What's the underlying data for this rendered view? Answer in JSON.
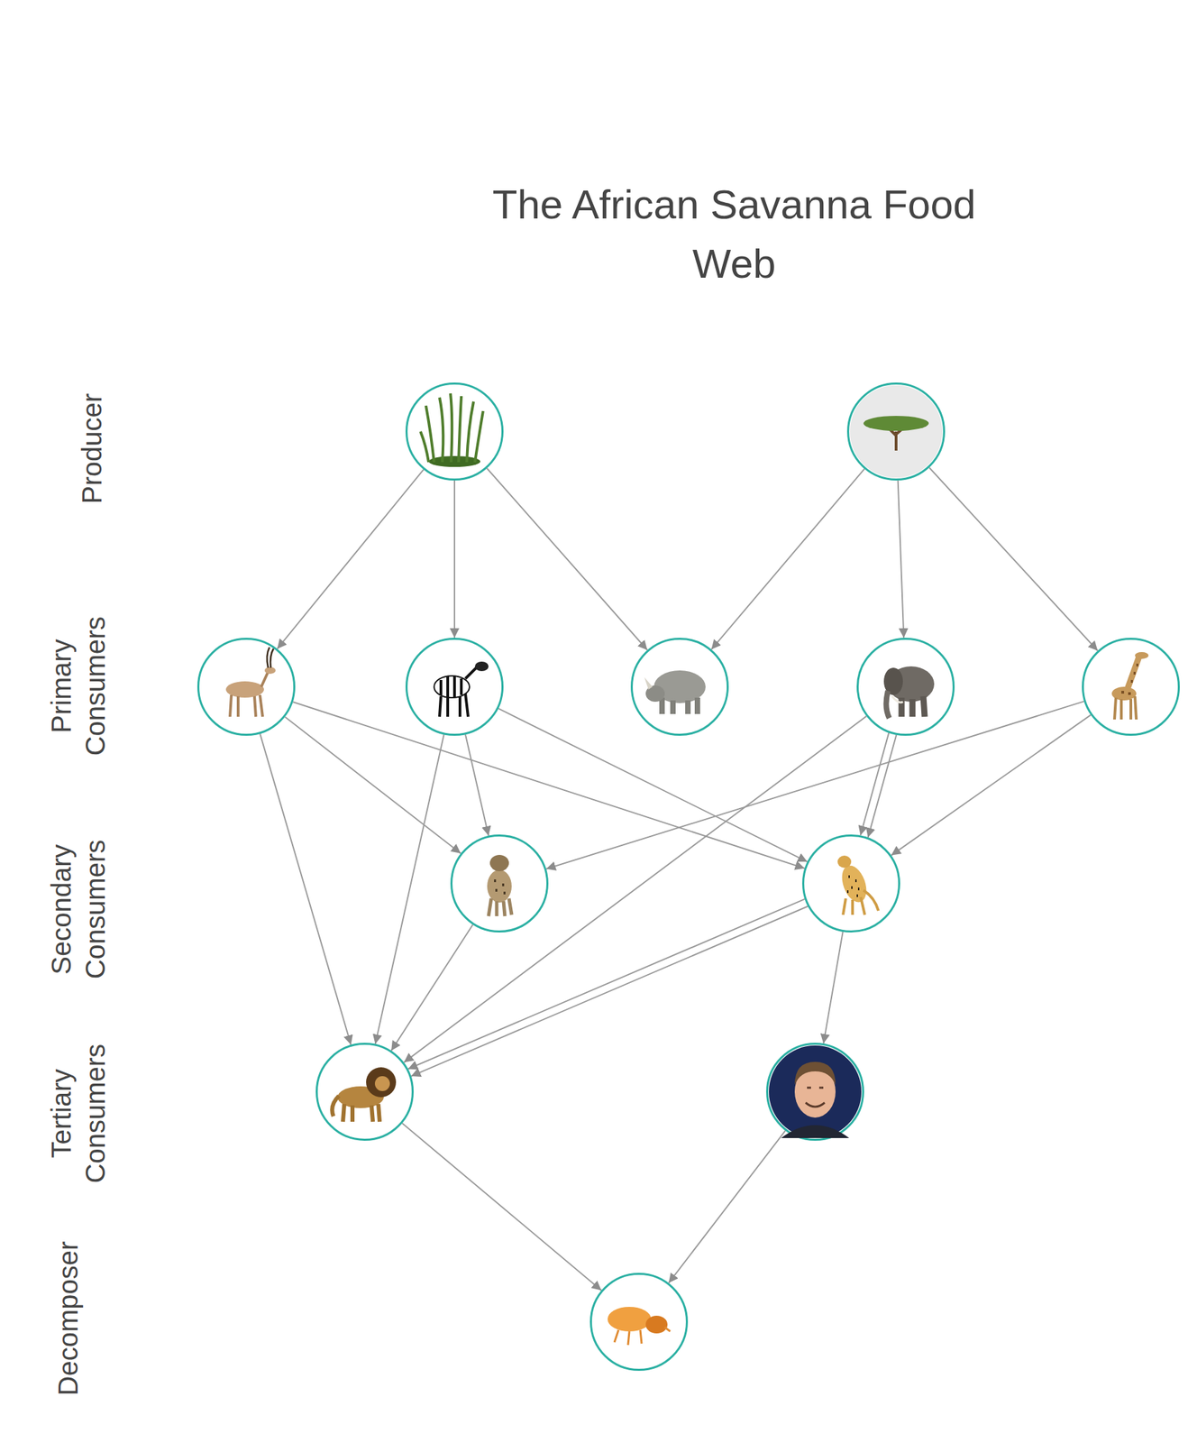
{
  "diagram": {
    "title": "The African Savanna Food Web",
    "nodes": [
      {
        "text": []
      },
      {
        "text": []
      },
      {
        "text": []
      },
      {
        "text": []
      },
      {
        "text": []
      },
      {
        "text": []
      },
      {
        "text": []
      },
      {
        "text": []
      },
      {
        "text": []
      },
      {
        "text": []
      },
      {
        "text": []
      },
      {
        "text": []
      }
    ],
    "edges": [
      {
        "from": 0,
        "to": 2,
        "arrow": "to"
      },
      {
        "from": 0,
        "to": 3,
        "arrow": "to"
      },
      {
        "from": 0,
        "to": 4,
        "arrow": "to"
      },
      {
        "from": 1,
        "to": 4,
        "arrow": "to"
      },
      {
        "from": 1,
        "to": 5,
        "arrow": "to"
      },
      {
        "from": 1,
        "to": 6,
        "arrow": "to"
      },
      {
        "from": 2,
        "to": 7,
        "arrow": "to"
      },
      {
        "from": 2,
        "to": 8,
        "arrow": "to"
      },
      {
        "from": 2,
        "to": 9,
        "arrow": "to"
      },
      {
        "from": 3,
        "to": 9,
        "arrow": "to"
      },
      {
        "from": 3,
        "to": 7,
        "arrow": "to"
      },
      {
        "from": 3,
        "to": 8,
        "arrow": "to"
      },
      {
        "from": 5,
        "to": 9,
        "arrow": "to"
      },
      {
        "from": 5,
        "to": 8,
        "arrow": "to"
      },
      {
        "from": 5,
        "to": 8,
        "arrow": "to"
      },
      {
        "from": 6,
        "to": 7,
        "arrow": "to"
      },
      {
        "from": 6,
        "to": 8,
        "arrow": "to"
      },
      {
        "from": 7,
        "to": 9,
        "arrow": "to"
      },
      {
        "from": 8,
        "to": 9,
        "arrow": "to"
      },
      {
        "from": 8,
        "to": 9,
        "arrow": "to"
      },
      {
        "from": 8,
        "to": 10,
        "arrow": "to"
      },
      {
        "from": 9,
        "to": 11,
        "arrow": "to"
      },
      {
        "from": 10,
        "to": 11,
        "arrow": "to"
      }
    ],
    "labels": [
      "Producer",
      "Primary Consumers",
      "Secondary Consumers",
      "Tertiary Consumers",
      "Decomposer"
    ]
  }
}
